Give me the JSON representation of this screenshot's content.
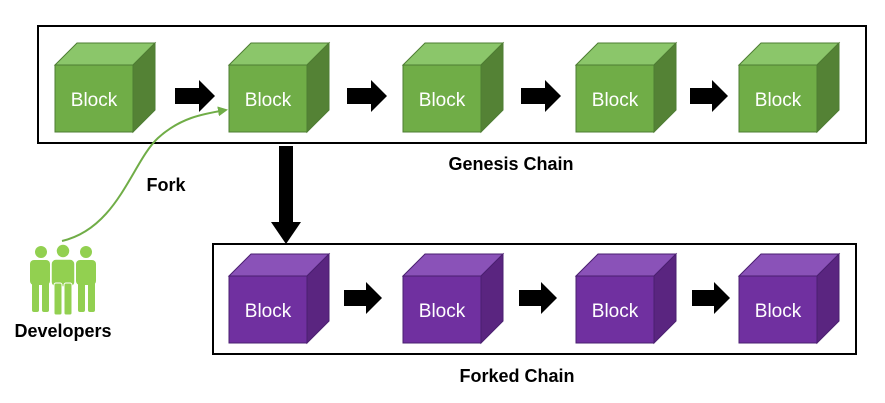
{
  "genesis_chain": {
    "label": "Genesis Chain",
    "color": "#70ad47",
    "blocks": [
      "Block",
      "Block",
      "Block",
      "Block",
      "Block"
    ]
  },
  "forked_chain": {
    "label": "Forked Chain",
    "color": "#7030a0",
    "blocks": [
      "Block",
      "Block",
      "Block",
      "Block"
    ]
  },
  "developers": {
    "label": "Developers",
    "icon": "people-group-icon",
    "color": "#92d050"
  },
  "fork": {
    "label": "Fork"
  }
}
